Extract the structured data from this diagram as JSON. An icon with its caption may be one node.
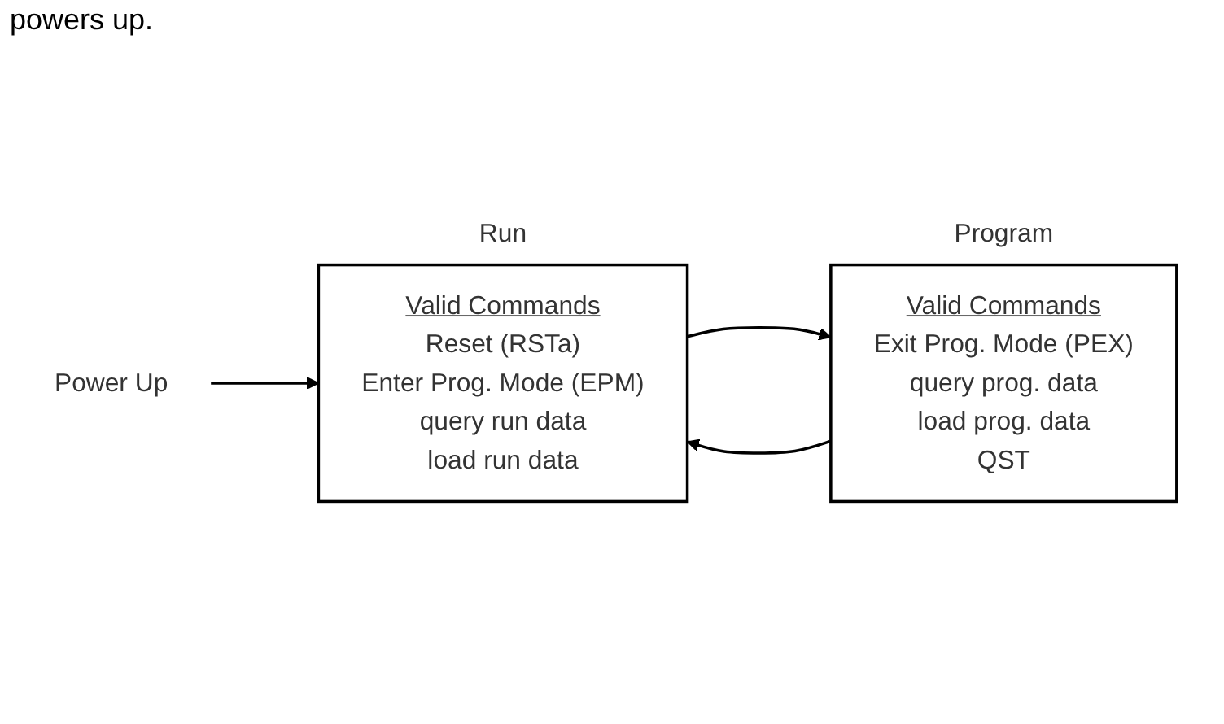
{
  "diagram": {
    "nodes": [
      {
        "text": [
          "Power Up"
        ]
      },
      {
        "text": [
          "Valid Commands",
          "Reset (RSTa)",
          "Enter Prog. Mode (EPM)",
          "query run data",
          "load run data"
        ],
        "beside": [
          "Run"
        ]
      },
      {
        "text": [
          "Valid Commands",
          "Exit Prog. Mode (PEX)",
          "query prog. data",
          "load prog. data",
          "QST"
        ],
        "beside": [
          "Program"
        ]
      }
    ],
    "edges": [
      {
        "from": 0,
        "to": 1,
        "arrow": "to"
      },
      {
        "from": 1,
        "to": 2,
        "arrow": "to"
      },
      {
        "from": 2,
        "to": 1,
        "arrow": "to"
      }
    ],
    "labels": [
      "powers up."
    ]
  }
}
